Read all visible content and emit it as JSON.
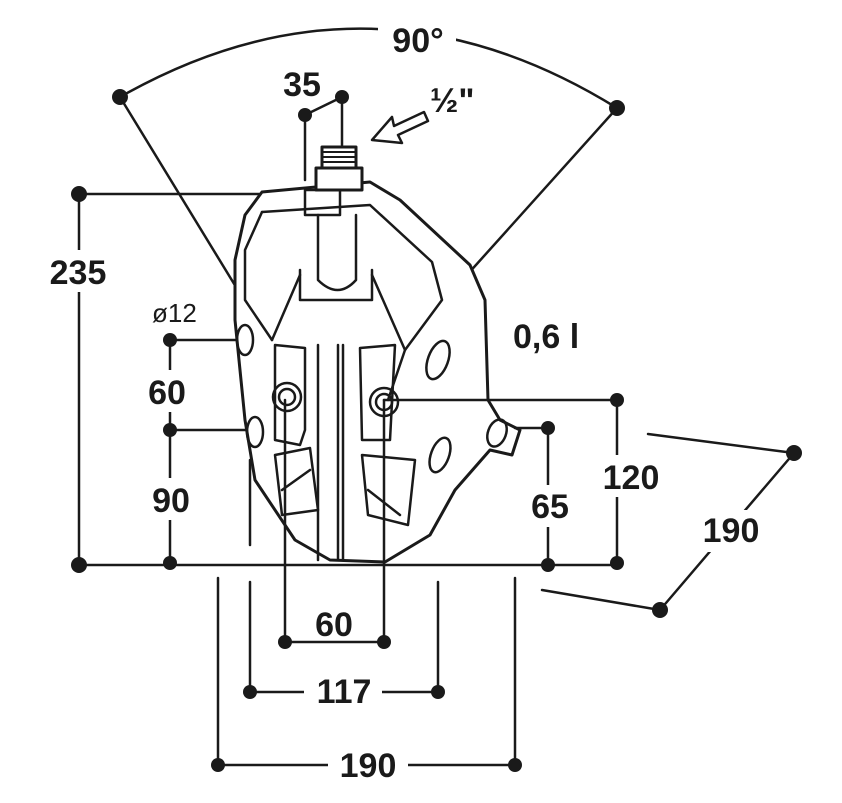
{
  "labels": {
    "angle": "90°",
    "thread_width": "35",
    "thread_size": "½\"",
    "height": "235",
    "hole_diameter": "ø12",
    "volume": "0,6 l",
    "hole_spacing_upper": "60",
    "hole_height": "90",
    "side_height": "120",
    "side_hole_height": "65",
    "depth": "190",
    "inner_spacing": "60",
    "mount_width": "117",
    "overall_width": "190"
  },
  "colors": {
    "line": "#1a1a1a",
    "background": "#ffffff"
  }
}
